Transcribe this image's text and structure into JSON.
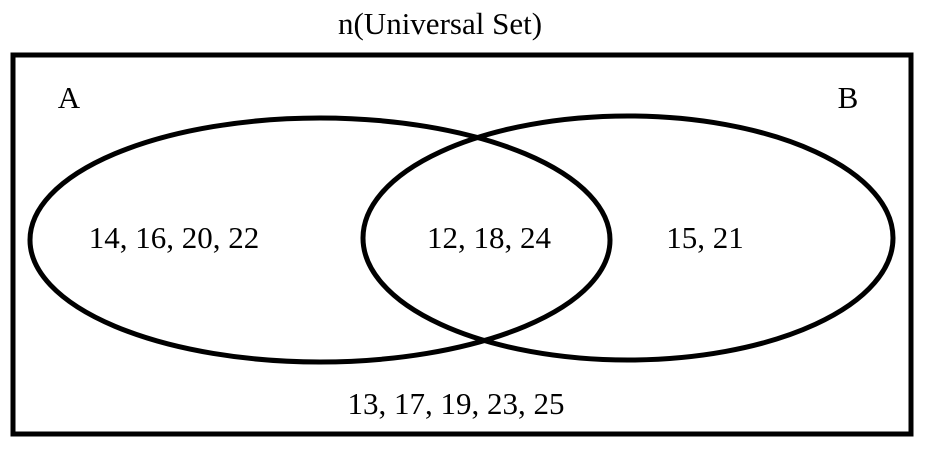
{
  "title": "n(Universal Set)",
  "sets": {
    "a": {
      "label": "A"
    },
    "b": {
      "label": "B"
    }
  },
  "regions": {
    "only_a": "14, 16, 20, 22",
    "a_and_b": "12, 18, 24",
    "only_b": "15, 21",
    "outside": "13, 17, 19, 23, 25"
  },
  "colors": {
    "stroke": "#000000",
    "background": "#ffffff"
  }
}
